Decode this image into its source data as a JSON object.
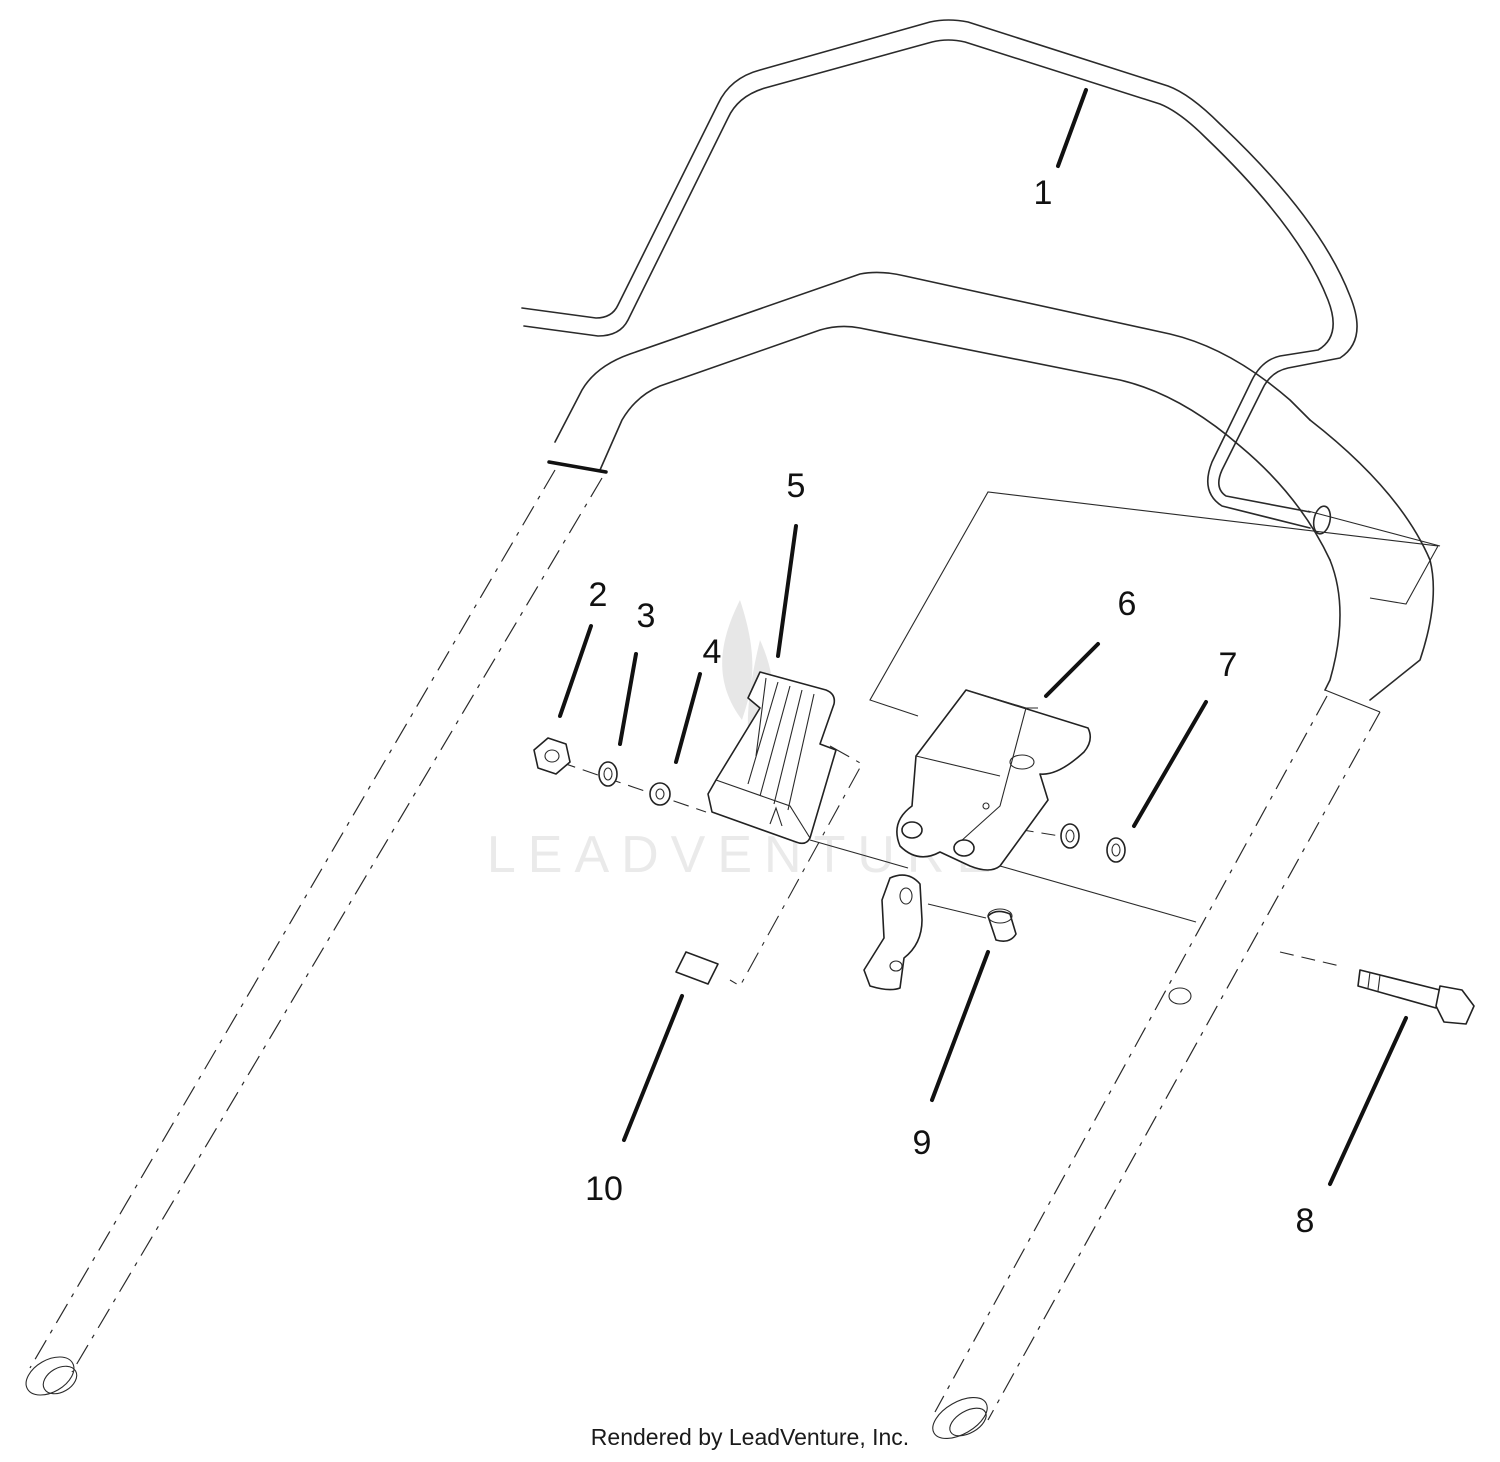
{
  "callouts": [
    "1",
    "2",
    "3",
    "4",
    "5",
    "6",
    "7",
    "8",
    "9",
    "10"
  ],
  "footer": {
    "credit": "Rendered by LeadVenture, Inc."
  },
  "watermark": {
    "text": "LEADVENTURE"
  }
}
